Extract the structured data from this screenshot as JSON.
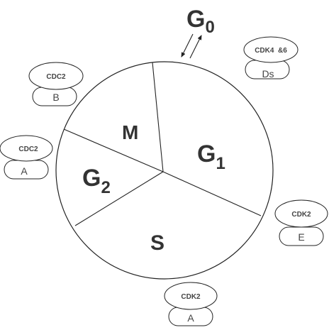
{
  "diagram": {
    "phases": {
      "g0": {
        "main": "G",
        "sub": "0"
      },
      "g1": {
        "main": "G",
        "sub": "1"
      },
      "g2": {
        "main": "G",
        "sub": "2"
      },
      "m": "M",
      "s": "S"
    },
    "complexes": [
      {
        "id": "cdk46-ds",
        "kinase": "CDK4  &6",
        "cyclin": "Ds"
      },
      {
        "id": "cdc2-b",
        "kinase": "CDC2",
        "cyclin": "B"
      },
      {
        "id": "cdc2-a",
        "kinase": "CDC2",
        "cyclin": "A"
      },
      {
        "id": "cdk2-e",
        "kinase": "CDK2",
        "cyclin": "E"
      },
      {
        "id": "cdk2-a",
        "kinase": "CDK2",
        "cyclin": "A"
      }
    ],
    "colors": {
      "line": "#222222",
      "text": "#333333",
      "background": "#ffffff"
    }
  }
}
